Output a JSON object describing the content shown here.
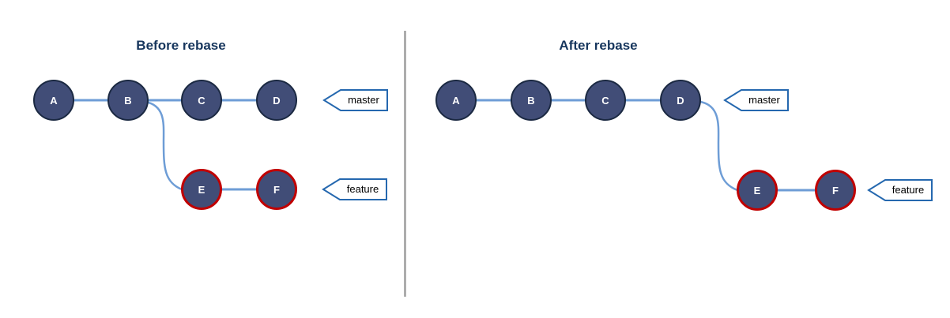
{
  "panels": {
    "before": {
      "title": "Before rebase",
      "master_nodes": [
        "A",
        "B",
        "C",
        "D"
      ],
      "feature_nodes": [
        "E",
        "F"
      ],
      "master_tag": "master",
      "feature_tag": "feature"
    },
    "after": {
      "title": "After rebase",
      "master_nodes": [
        "A",
        "B",
        "C",
        "D"
      ],
      "feature_nodes": [
        "E",
        "F"
      ],
      "master_tag": "master",
      "feature_tag": "feature"
    }
  },
  "colors": {
    "background": "#FFFFFF",
    "title_text": "#17365D",
    "node_fill": "#414D77",
    "node_border": "#1B2942",
    "feature_node_border": "#C00000",
    "node_text": "#FFFFFF",
    "edge": "#6E9DD6",
    "tag_border": "#2568AF",
    "tag_fill": "#FFFFFF",
    "tag_text": "#000000",
    "divider": "#ADADAD"
  }
}
